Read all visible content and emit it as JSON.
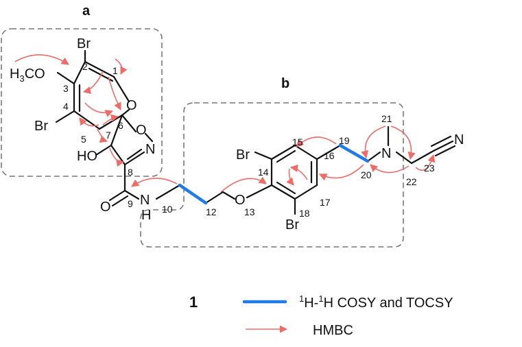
{
  "fragments": {
    "a": "a",
    "b": "b"
  },
  "compound_label": "1",
  "atoms": {
    "br2": "Br",
    "br4": "Br",
    "br14": "Br",
    "br18": "Br",
    "h3c": "H",
    "h3c_sub": "3",
    "h3c_rest": "CO",
    "o_ring": "O",
    "o_isox": "O",
    "n_isox": "N",
    "ho": "HO",
    "o_carbonyl": "O",
    "nh_n": "N",
    "nh_h": "H",
    "o_ether": "O",
    "n_amine": "N",
    "n_nitrile": "N"
  },
  "numbers": [
    "1",
    "2",
    "3",
    "4",
    "5",
    "6",
    "7",
    "8",
    "9",
    "10",
    "12",
    "13",
    "14",
    "15",
    "16",
    "17",
    "18",
    "19",
    "20",
    "21",
    "22",
    "23"
  ],
  "legend": {
    "cosy_sup1": "1",
    "cosy_h1": "H-",
    "cosy_sup2": "1",
    "cosy_h2": "H COSY and TOCSY",
    "hmbc": "HMBC"
  },
  "colors": {
    "cosy": "#1f7be6",
    "hmbc": "#ef6b66",
    "bond": "#111111",
    "box": "#777777"
  }
}
